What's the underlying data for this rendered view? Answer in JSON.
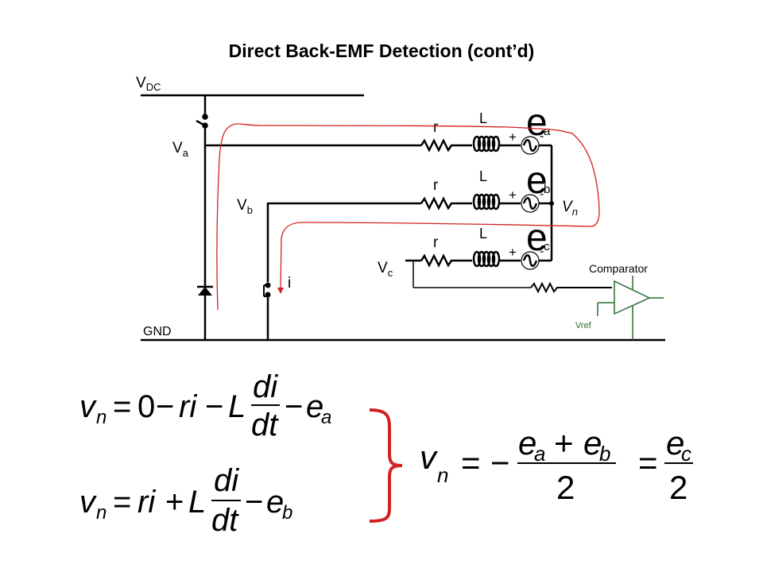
{
  "slide": {
    "title": "Direct Back-EMF Detection (cont’d)"
  },
  "circuit": {
    "rail_top": {
      "label": "V",
      "sub": "DC"
    },
    "rail_bottom": {
      "label": "GND"
    },
    "nodes": [
      {
        "id": "va",
        "label": "V",
        "sub": "a"
      },
      {
        "id": "vb",
        "label": "V",
        "sub": "b"
      },
      {
        "id": "vc",
        "label": "V",
        "sub": "c"
      },
      {
        "id": "vn",
        "label": "V",
        "sub": "n"
      }
    ],
    "phases": [
      {
        "resistor": "r",
        "inductor": "L",
        "emf": "e",
        "emf_sub": "a",
        "plus": "+",
        "minus": "-"
      },
      {
        "resistor": "r",
        "inductor": "L",
        "emf": "e",
        "emf_sub": "b",
        "plus": "+",
        "minus": "-"
      },
      {
        "resistor": "r",
        "inductor": "L",
        "emf": "e",
        "emf_sub": "c",
        "plus": "+",
        "minus": "-"
      }
    ],
    "current_label": "i",
    "comparator_label": "Comparator",
    "vref_label": "Vref",
    "colors": {
      "wire": "#000000",
      "annotation": "#d42020",
      "comparator": "#2e6b2e"
    }
  },
  "equations": {
    "eq1": {
      "lhs": "v",
      "lhs_sub": "n",
      "eq": "=",
      "t1": "0",
      "m1": "−",
      "t2": "ri",
      "m2": "−",
      "t3": "L",
      "num": "di",
      "den": "dt",
      "m3": "−",
      "t4": "e",
      "t4_sub": "a"
    },
    "eq2": {
      "lhs": "v",
      "lhs_sub": "n",
      "eq": "=",
      "t2": "ri",
      "p1": "+",
      "t3": "L",
      "num": "di",
      "den": "dt",
      "m3": "−",
      "t4": "e",
      "t4_sub": "b"
    },
    "result": {
      "lhs": "v",
      "lhs_sub": "n",
      "eq": "=",
      "neg": "−",
      "num_a": "e",
      "num_a_sub": "a",
      "plus": "+",
      "num_b": "e",
      "num_b_sub": "b",
      "den": "2",
      "eq2": "=",
      "num_c": "e",
      "num_c_sub": "c",
      "den2": "2"
    }
  }
}
